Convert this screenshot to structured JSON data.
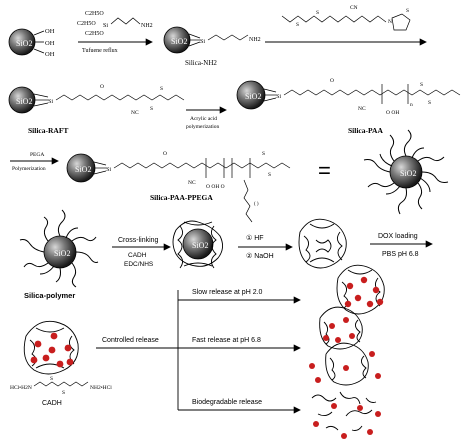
{
  "steps": {
    "r1_reagent_a": "C2H5O",
    "r1_reagent_b": "C2H5O",
    "r1_reagent_c": "C2H5O",
    "r1_reagent_tail": "NH2",
    "r1_condition": "Tufuene  reflux",
    "silica_nh2_end": "NH2",
    "silica_nh2_label": "Silica-NH2",
    "raft_agent_cn": "CN",
    "raft_agent_s": "S",
    "raft_agent_n": "N",
    "silica_raft_label": "Silica-RAFT",
    "raft_cn": "NC",
    "acrylic_cond_1": "Acrylic acid",
    "acrylic_cond_2": "polymerization",
    "paa_subscript": "n",
    "silica_paa_label": "Silica-PAA",
    "paa_cn": "NC",
    "pega_label": "PEGA",
    "pega_cond": "Polymerization",
    "silica_paa_ppega_label": "Silica-PAA-PPEGA",
    "ppega_cn": "NC",
    "equals": "=",
    "crosslink_label": "Cross-linking",
    "crosslink_reagents": "CADH",
    "crosslink_reagents_2": "EDC/NHS",
    "hf_label": "① HF",
    "naoh_label": "② NaOH",
    "dox_label": "DOX loading",
    "pbs_label": "PBS  pH 6.8",
    "silica_polymer_label": "Silica-polymer",
    "controlled_release": "Controlled release",
    "slow_release": "Slow release at pH 2.0",
    "fast_release": "Fast release at pH 6.8",
    "biodegradable_release": "Biodegradable release",
    "cadh_label": "CADH",
    "cadh_formula_left": "HCl•H2N",
    "cadh_formula_right": "NH2•HCl",
    "cadh_s": "S"
  },
  "nanoparticle_core_label": "SiO2",
  "colors": {
    "line": "#000000",
    "core_fill": "#3a3a3a",
    "drug": "#c81e1e",
    "arrow": "#000000"
  }
}
